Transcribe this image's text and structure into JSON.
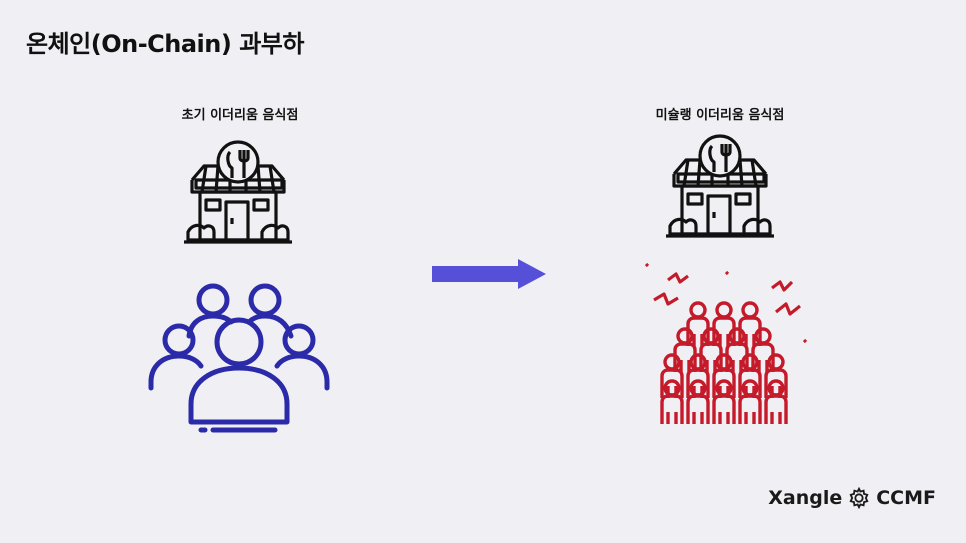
{
  "title": "온체인(On-Chain) 과부하",
  "left": {
    "label": "초기 이더리움 음식점"
  },
  "right": {
    "label": "미슐랭 이더리움 음식점"
  },
  "brand": {
    "name1": "Xangle",
    "name2": "CCMF"
  },
  "colors": {
    "crowd_blue": "#2b2aa8",
    "crowd_red": "#c41a2a",
    "arrow": "#5650d8"
  },
  "icons": [
    "restaurant-icon",
    "crowd-icon",
    "arrow-right-icon",
    "angry-crowd-icon",
    "gear-icon"
  ]
}
